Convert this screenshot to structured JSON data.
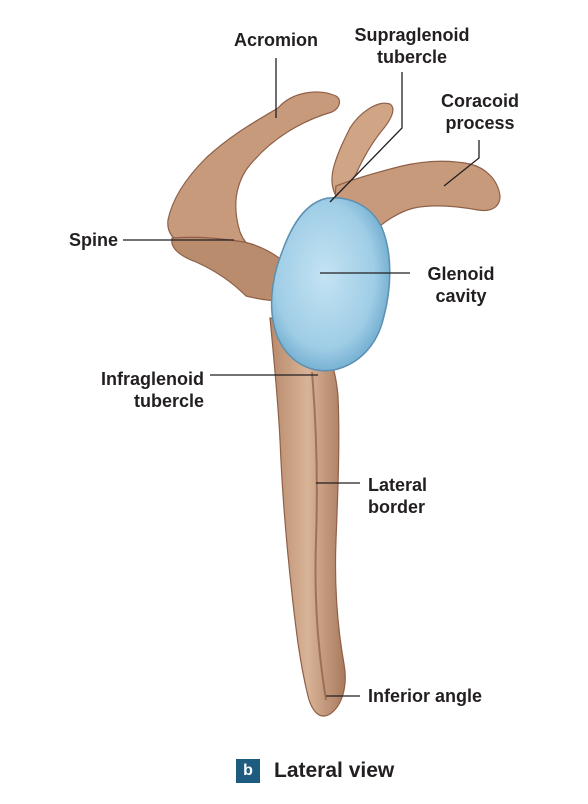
{
  "labels": {
    "acromion": "Acromion",
    "supraglenoid_1": "Supraglenoid",
    "supraglenoid_2": "tubercle",
    "coracoid_1": "Coracoid",
    "coracoid_2": "process",
    "spine": "Spine",
    "glenoid_1": "Glenoid",
    "glenoid_2": "cavity",
    "infraglenoid_1": "Infraglenoid",
    "infraglenoid_2": "tubercle",
    "lateral_1": "Lateral",
    "lateral_2": "border",
    "inferior_angle": "Inferior angle"
  },
  "caption": {
    "badge": "b",
    "text": "Lateral view"
  },
  "colors": {
    "bone": "#c9a083",
    "bone_dark": "#8f6048",
    "glenoid": "#a8d3ea",
    "badge": "#1d5c80"
  }
}
